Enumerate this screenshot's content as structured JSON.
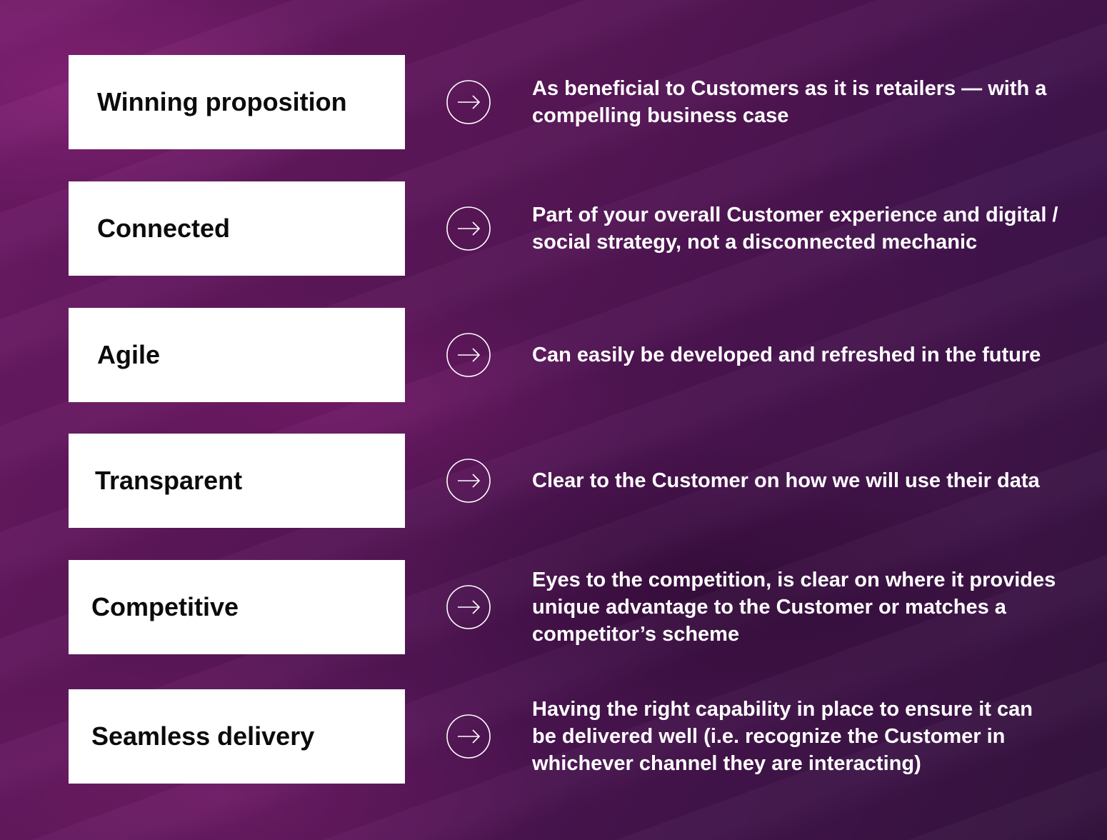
{
  "items": [
    {
      "label": "Winning proposition",
      "description": "As beneficial to Customers as it is retailers — with a compelling business case"
    },
    {
      "label": "Connected",
      "description": "Part of your overall Customer experience and digital / social strategy, not a disconnected mechanic"
    },
    {
      "label": "Agile",
      "description": "Can easily be developed and refreshed in the future"
    },
    {
      "label": "Transparent",
      "description": "Clear to the Customer on how we will use their data"
    },
    {
      "label": "Competitive",
      "description": "Eyes to the competition, is clear on where it provides unique advantage to the Customer or matches a competitor’s scheme"
    },
    {
      "label": "Seamless delivery",
      "description": "Having the right capability in place to ensure it can be delivered well (i.e. recognize the Customer in whichever channel they are interacting)"
    }
  ],
  "colors": {
    "background": "#5a1758",
    "box": "#ffffff",
    "label_text": "#0b0b0b",
    "description_text": "#ffffff"
  },
  "icons": {
    "connector": "arrow-right-circle-icon"
  }
}
